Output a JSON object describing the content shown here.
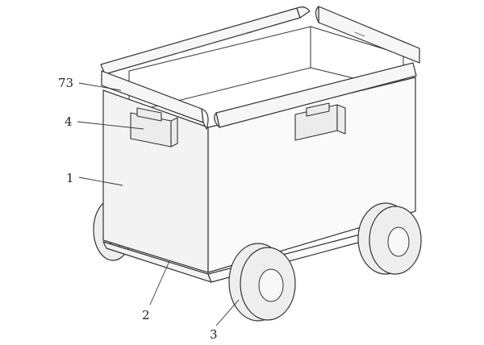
{
  "labels": {
    "lid_rim": "73",
    "clamp_block": "4",
    "box_body": "1",
    "base": "2",
    "wheel": "3"
  },
  "colors": {
    "line": "#333333",
    "background": "#ffffff"
  }
}
